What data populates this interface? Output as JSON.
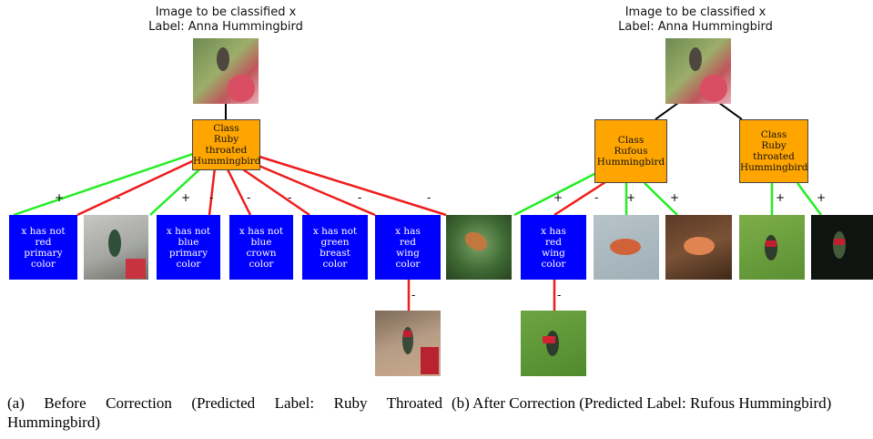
{
  "panel_a": {
    "title_line1": "Image to be classified x",
    "title_line2": "Label: Anna Hummingbird",
    "class_node": [
      "Class",
      "Ruby",
      "throated",
      "Hummingbird"
    ],
    "conditions": {
      "c1": [
        "x has not",
        "red",
        "primary",
        "color"
      ],
      "c2": [
        "x has not",
        "blue",
        "primary",
        "color"
      ],
      "c3": [
        "x has not",
        "blue",
        "crown",
        "color"
      ],
      "c4": [
        "x has not",
        "green",
        "breast",
        "color"
      ],
      "c5": [
        "x has",
        "red",
        "wing",
        "color"
      ]
    },
    "signs": {
      "s1": "+",
      "s2": "-",
      "s3": "+",
      "s4": "-",
      "s5": "-",
      "s6": "-",
      "s7": "-",
      "s8": "-",
      "s9": "-"
    },
    "caption": "(a) Before Correction (Predicted Label: Ruby Throated Hummingbird)"
  },
  "panel_b": {
    "title_line1": "Image to be classified x",
    "title_line2": "Label: Anna Hummingbird",
    "class_left": [
      "Class",
      "Rufous",
      "Hummingbird"
    ],
    "class_right": [
      "Class",
      "Ruby",
      "throated",
      "Hummingbird"
    ],
    "condition": [
      "x has",
      "red",
      "wing",
      "color"
    ],
    "signs": {
      "s1": "+",
      "s2": "-",
      "s3": "+",
      "s4": "+",
      "s5": "+",
      "s6": "+",
      "s7": "-"
    },
    "caption": "(b) After Correction (Predicted Label: Rufous Hummingbird)"
  },
  "colors": {
    "positive_edge": "#22ee22",
    "negative_edge": "#ee1c1c",
    "class_node": "#ffa500",
    "condition_node": "#0000ff"
  }
}
